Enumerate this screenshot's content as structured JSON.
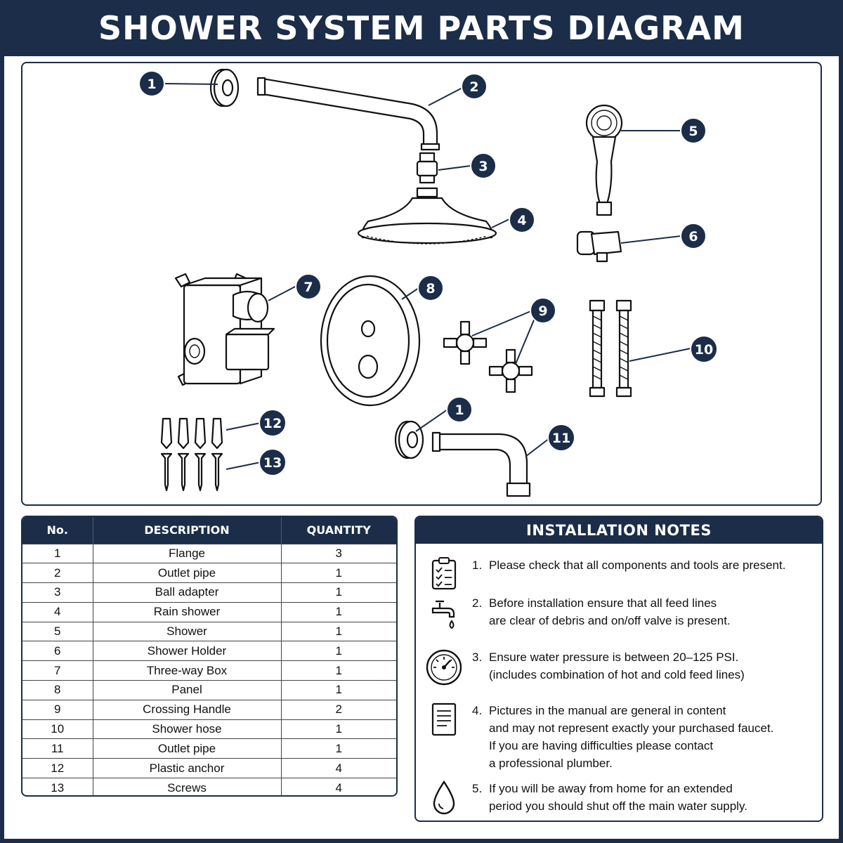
{
  "title": "SHOWER SYSTEM PARTS DIAGRAM",
  "callouts": [
    "1",
    "2",
    "3",
    "4",
    "5",
    "6",
    "7",
    "8",
    "9",
    "10",
    "1",
    "11",
    "12",
    "13"
  ],
  "parts_table": {
    "headers": [
      "No.",
      "DESCRIPTION",
      "QUANTITY"
    ],
    "rows": [
      [
        "1",
        "Flange",
        "3"
      ],
      [
        "2",
        "Outlet pipe",
        "1"
      ],
      [
        "3",
        "Ball adapter",
        "1"
      ],
      [
        "4",
        "Rain shower",
        "1"
      ],
      [
        "5",
        "Shower",
        "1"
      ],
      [
        "6",
        "Shower Holder",
        "1"
      ],
      [
        "7",
        "Three-way Box",
        "1"
      ],
      [
        "8",
        "Panel",
        "1"
      ],
      [
        "9",
        "Crossing Handle",
        "2"
      ],
      [
        "10",
        "Shower hose",
        "1"
      ],
      [
        "11",
        "Outlet pipe",
        "1"
      ],
      [
        "12",
        "Plastic anchor",
        "4"
      ],
      [
        "13",
        "Screws",
        "4"
      ]
    ]
  },
  "installation_notes": {
    "heading": "INSTALLATION NOTES",
    "items": [
      {
        "num": "1.",
        "text": "Please check that all components and tools are present.",
        "icon": "clipboard-checklist-icon"
      },
      {
        "num": "2.",
        "text": "Before installation ensure that all feed lines\nare clear of debris and on/off valve is present.",
        "icon": "faucet-drop-icon"
      },
      {
        "num": "3.",
        "text": "Ensure water pressure is between 20–125 PSI.\n(includes combination of hot and cold feed lines)",
        "icon": "pressure-gauge-icon"
      },
      {
        "num": "4.",
        "text": "Pictures in the manual are general in content\nand may not represent exactly your purchased faucet.\nIf you are having difficulties please contact\na professional plumber.",
        "icon": "document-icon"
      },
      {
        "num": "5.",
        "text": "If you will be away from home for an extended\nperiod you should shut off the main water supply.",
        "icon": "water-drop-icon"
      }
    ]
  },
  "colors": {
    "navy": "#1b2d48",
    "line": "#111111"
  }
}
